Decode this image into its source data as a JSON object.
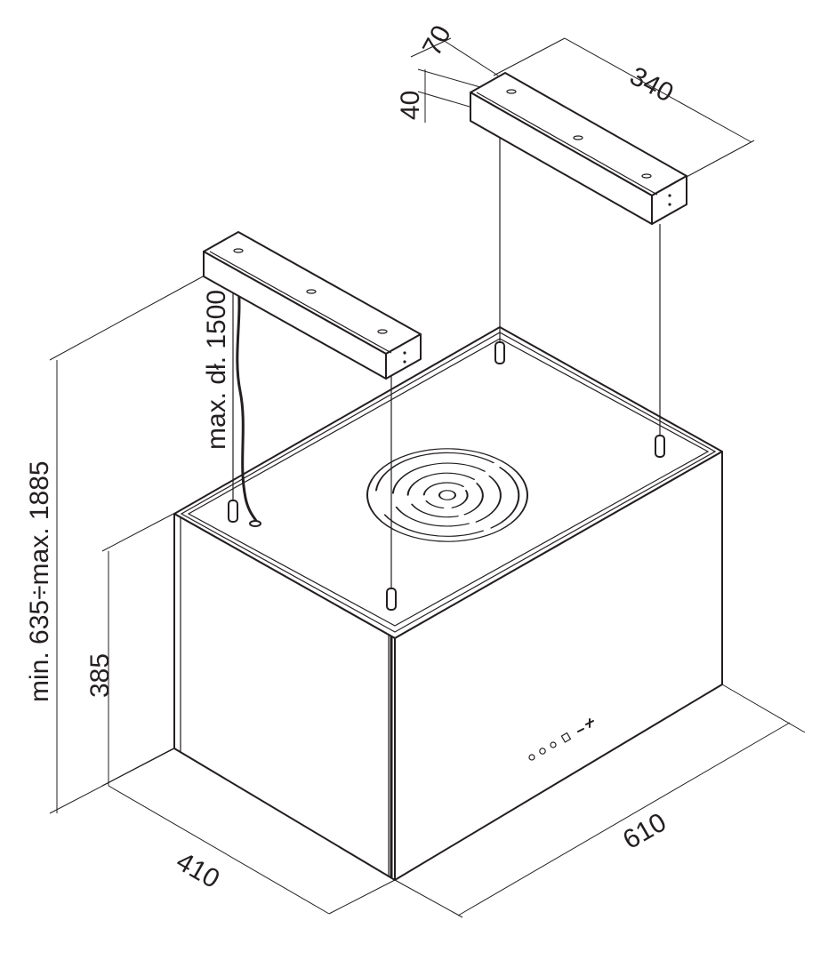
{
  "dimensions": {
    "top_depth": "70",
    "top_width": "340",
    "top_height": "40",
    "cable_length": "max. dł. 1500",
    "total_height": "min. 635÷max. 1885",
    "body_height": "385",
    "depth": "410",
    "width": "610"
  }
}
